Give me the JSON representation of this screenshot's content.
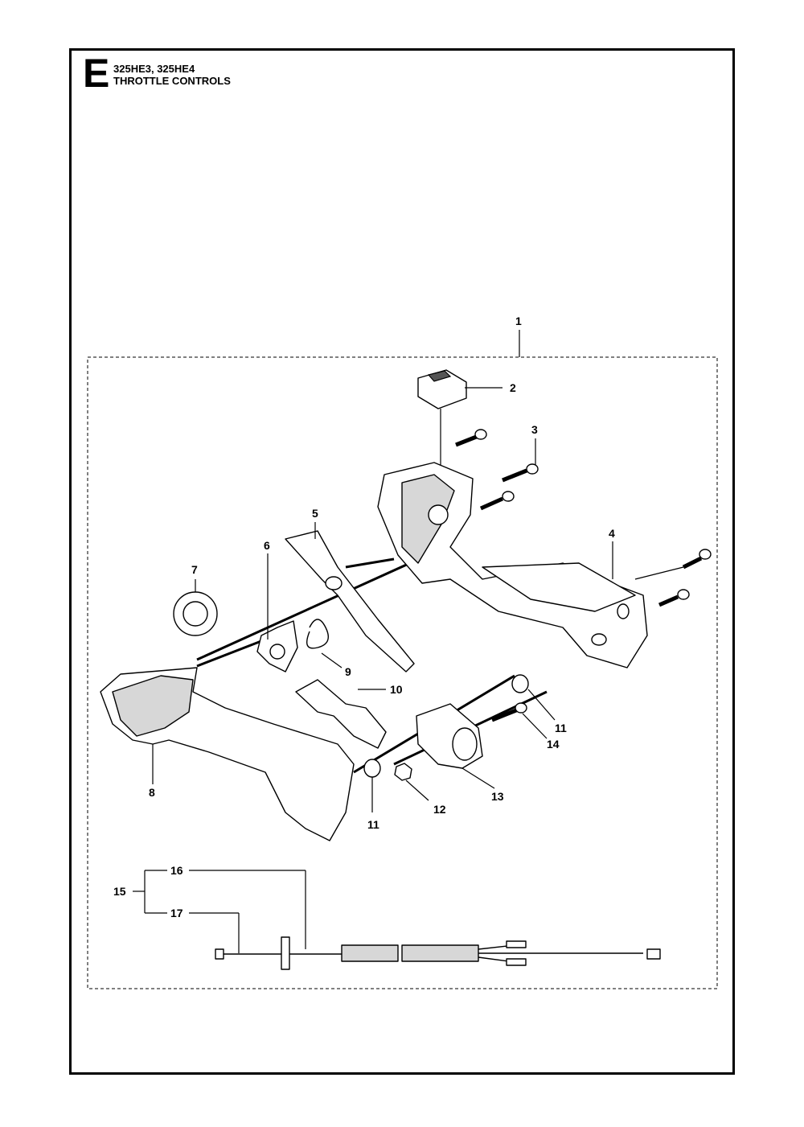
{
  "header": {
    "section_letter": "E",
    "models": "325HE3, 325HE4",
    "title": "THROTTLE CONTROLS"
  },
  "callouts": [
    "1",
    "2",
    "3",
    "4",
    "5",
    "6",
    "7",
    "8",
    "9",
    "10",
    "11",
    "11",
    "12",
    "13",
    "14",
    "15",
    "16",
    "17"
  ]
}
